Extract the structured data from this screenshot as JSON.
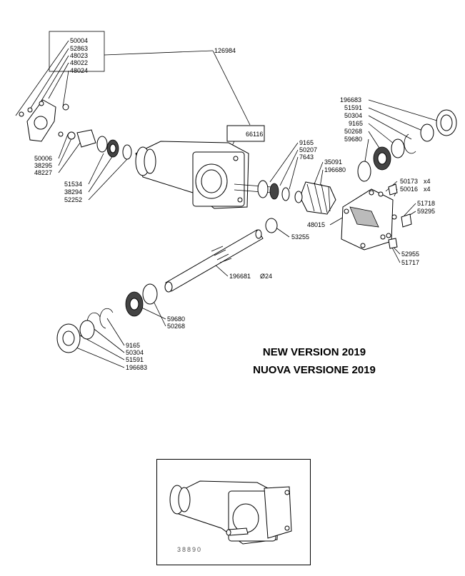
{
  "title": {
    "line1": "NEW VERSION 2019",
    "line2": "NUOVA VERSIONE 2019"
  },
  "callouts": {
    "kit_group": [
      "50004",
      "52863",
      "48023",
      "48022",
      "48024"
    ],
    "kit_ref": "126984",
    "housing": "66116",
    "left_lower": [
      "50006",
      "38295",
      "48227"
    ],
    "left_bearing": [
      "51534",
      "38294",
      "52252"
    ],
    "right_top": [
      "196683",
      "51591",
      "50304",
      "9165",
      "50268",
      "59680"
    ],
    "center_bearing": [
      "9165",
      "50207",
      "7643"
    ],
    "gear": [
      "35091",
      "196680"
    ],
    "plate_bolts": [
      {
        "code": "50173",
        "qty": "x4"
      },
      {
        "code": "50016",
        "qty": "x4"
      }
    ],
    "plate_screw": [
      "51718",
      "59295"
    ],
    "plate": "48015",
    "plate_lower": [
      "52955",
      "51717"
    ],
    "oring": "53255",
    "shaft": {
      "code": "196681",
      "diameter": "Ø24"
    },
    "lower_bearing": [
      "59680",
      "50268"
    ],
    "bottom_left": [
      "9165",
      "50304",
      "51591",
      "196683"
    ]
  },
  "inset": {
    "code": "38890"
  }
}
